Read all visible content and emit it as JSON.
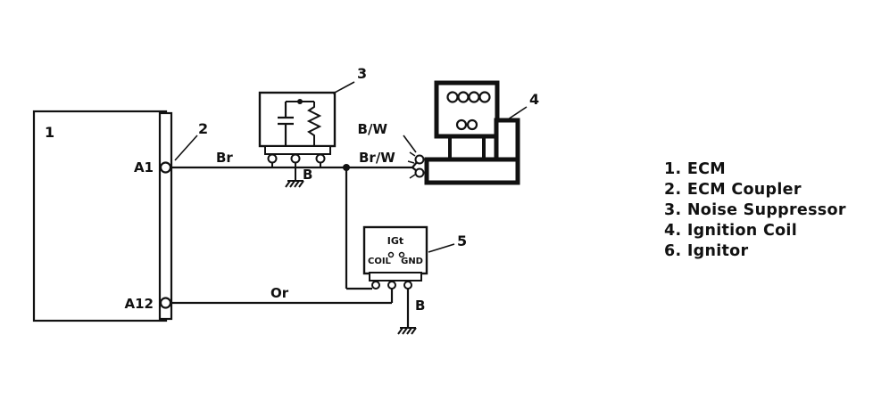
{
  "diagram": {
    "ecm": {
      "number": "1",
      "terminal_a1": "A1",
      "terminal_a12": "A12"
    },
    "coupler": {
      "number": "2"
    },
    "suppressor": {
      "number": "3",
      "ground_label": "B"
    },
    "coil": {
      "number": "4",
      "connector_label": "B/W"
    },
    "ignitor": {
      "number": "5",
      "igt_label": "IGt",
      "coil_label": "COIL",
      "gnd_label": "GND",
      "ground_label": "B"
    },
    "wires": {
      "br": "Br",
      "brw": "Br/W",
      "or": "Or"
    }
  },
  "legend": {
    "items": [
      "1. ECM",
      "2. ECM Coupler",
      "3. Noise Suppressor",
      "4. Ignition Coil",
      "6. Ignitor"
    ]
  }
}
